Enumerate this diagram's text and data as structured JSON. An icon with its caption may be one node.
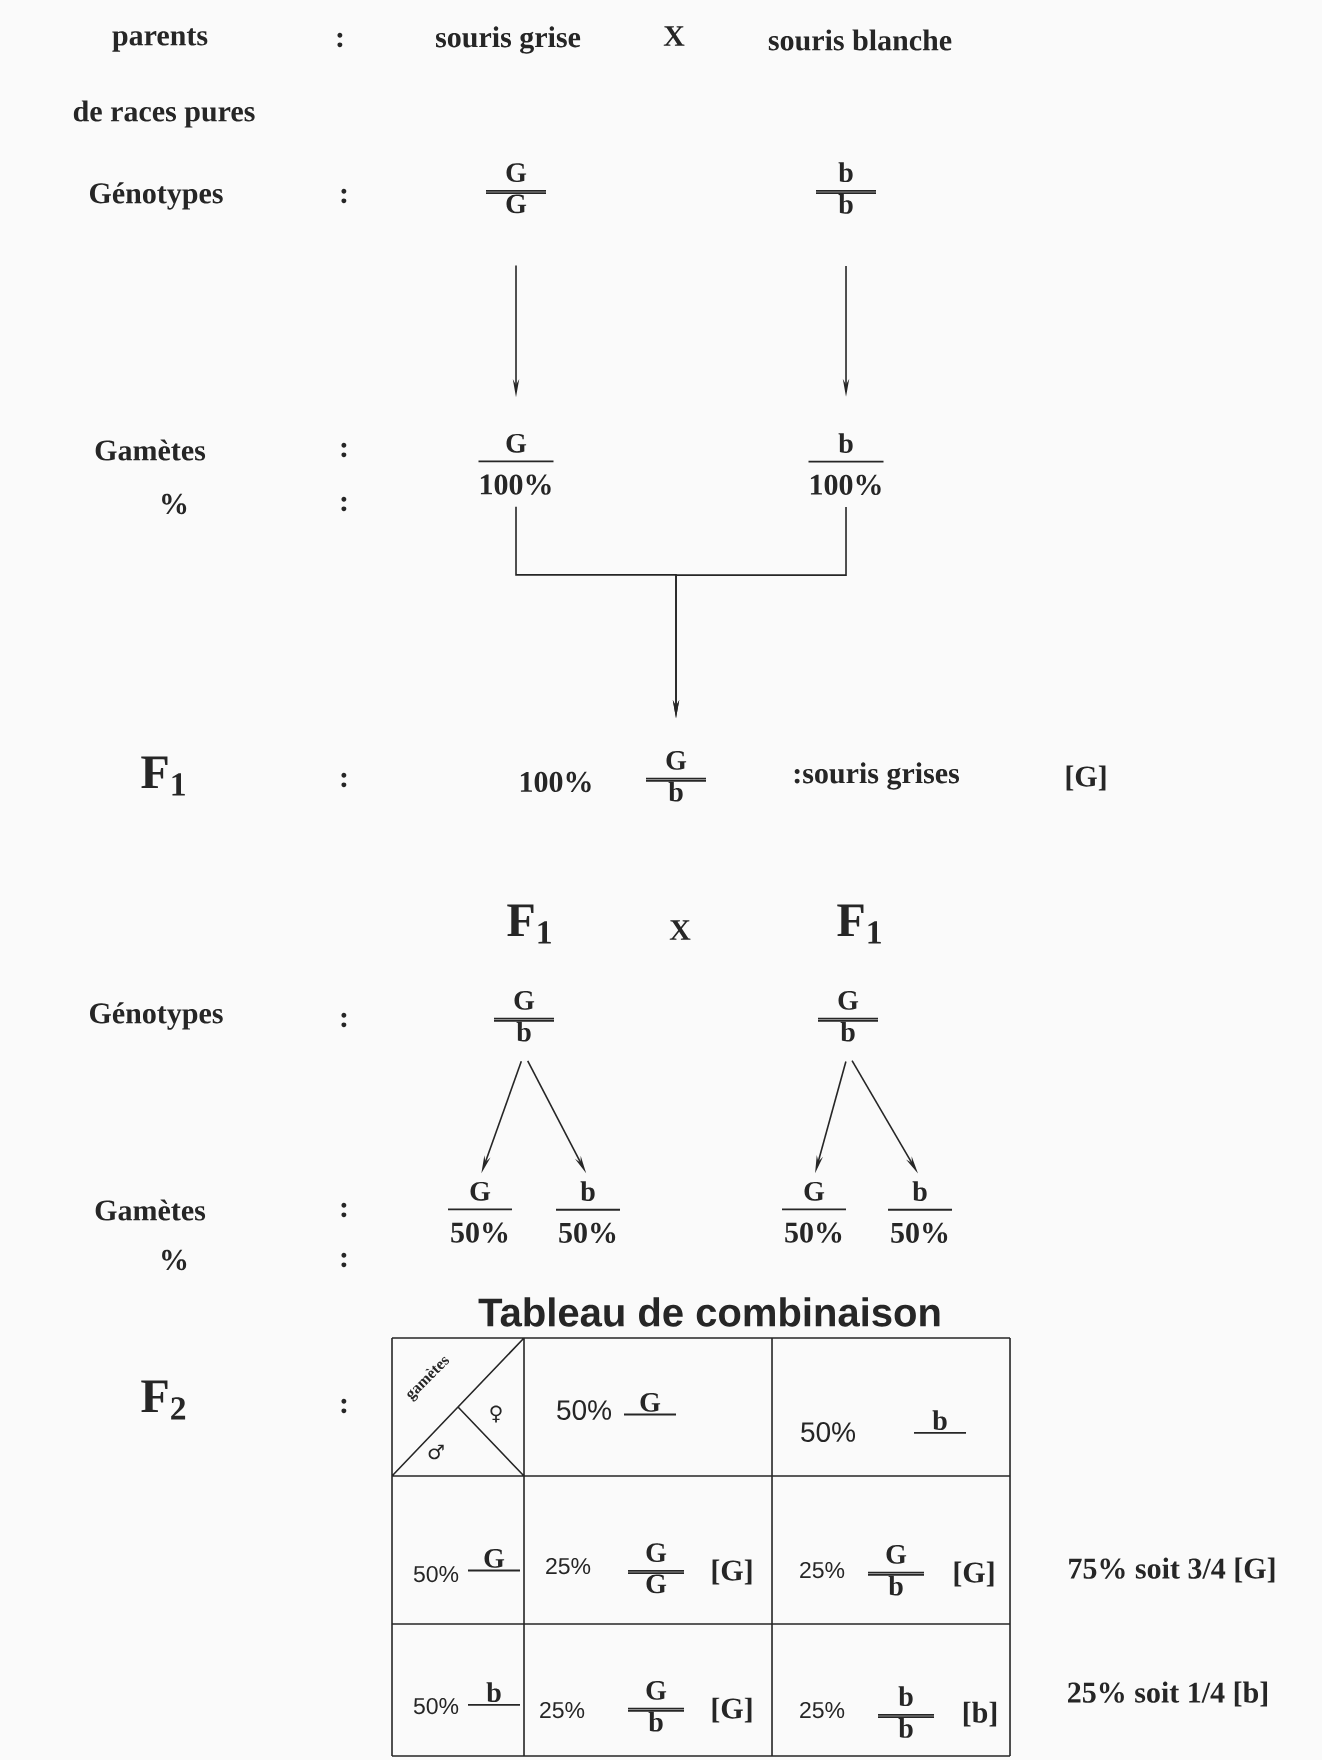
{
  "diagram": {
    "nodes": [
      {
        "text": [
          "G",
          "G"
        ]
      },
      {
        "text": [
          "b",
          "b"
        ]
      },
      {
        "text": [
          "G",
          "100%"
        ]
      },
      {
        "text": [
          "b",
          "100%"
        ]
      },
      {
        "text": [
          "G",
          "b"
        ],
        "beside": [
          "100%"
        ]
      },
      {
        "text": [
          "G",
          "b"
        ]
      },
      {
        "text": [
          "G",
          "b"
        ]
      },
      {
        "text": [
          "G",
          "50%"
        ]
      },
      {
        "text": [
          "b",
          "50%"
        ]
      },
      {
        "text": [
          "G",
          "50%"
        ]
      },
      {
        "text": [
          "b",
          "50%"
        ]
      }
    ],
    "edges": [
      {
        "from": 0,
        "to": 2,
        "arrow": "to"
      },
      {
        "from": 1,
        "to": 3,
        "arrow": "to"
      },
      {
        "from": 2,
        "to": 4,
        "arrow": "to"
      },
      {
        "from": 3,
        "to": 4,
        "arrow": "to"
      },
      {
        "from": 5,
        "to": 7,
        "arrow": "to"
      },
      {
        "from": 5,
        "to": 8,
        "arrow": "to"
      },
      {
        "from": 6,
        "to": 9,
        "arrow": "to"
      },
      {
        "from": 6,
        "to": 10,
        "arrow": "to"
      }
    ],
    "labels": [
      "parents",
      ":",
      "souris grise",
      "X",
      "souris blanche",
      "de races pures",
      "Génotypes",
      ":",
      "Gamètes",
      ":",
      "%",
      ":",
      "F$_{1}$",
      ":",
      ":souris grises",
      "[G]",
      "F$_{1}$",
      "X",
      "F$_{1}$",
      "Génotypes",
      ":",
      "Gamètes",
      ":",
      "%",
      ":",
      "Tableau de combinaison",
      "F$_{2}$",
      ":",
      "gamètes",
      "♀",
      "♂",
      "50%",
      "G",
      "50%",
      "b",
      "50%",
      "G",
      "25%",
      "G",
      "G",
      "[G]",
      "25%",
      "G",
      "b",
      "[G]",
      "75% soit 3/4 [G]",
      "50%",
      "b",
      "25%",
      "G",
      "b",
      "[G]",
      "25%",
      "b",
      "b",
      "[b]",
      "25% soit 1/4 [b]"
    ]
  }
}
